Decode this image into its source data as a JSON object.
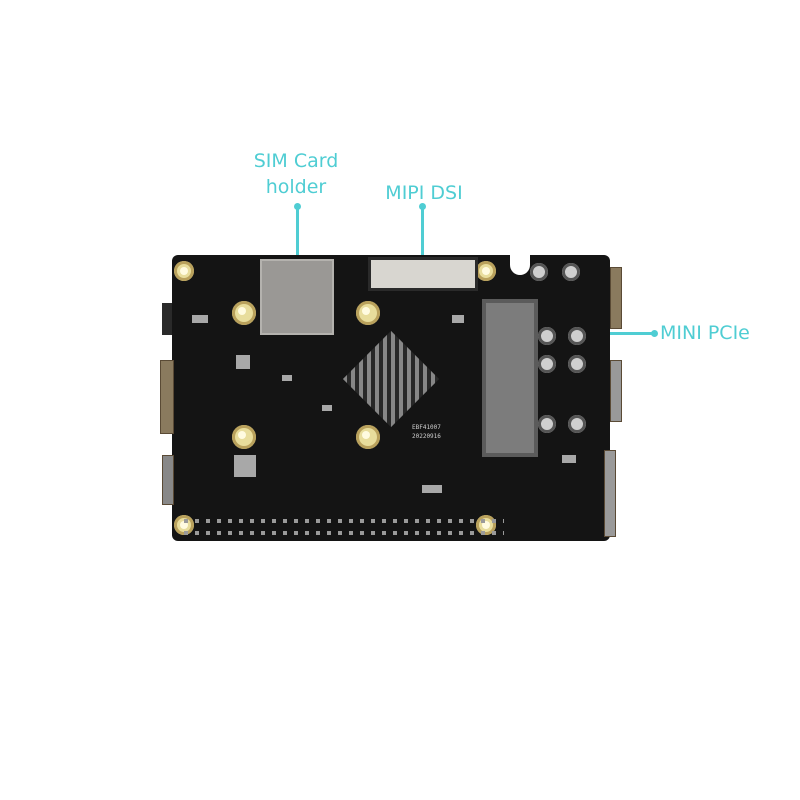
{
  "image": {
    "subject": "single-board computer PCB (bottom view)",
    "background_color": "#ffffff",
    "accent_color": "#4fcdd3"
  },
  "callouts": [
    {
      "id": "sim",
      "line1": "SIM Card",
      "line2": "holder"
    },
    {
      "id": "mipi",
      "line1": "MIPI DSI"
    },
    {
      "id": "pcie",
      "line1": "MINI PCIe"
    }
  ],
  "board_markings": {
    "text_line1": "EBF41007",
    "text_line2": "20220916"
  }
}
